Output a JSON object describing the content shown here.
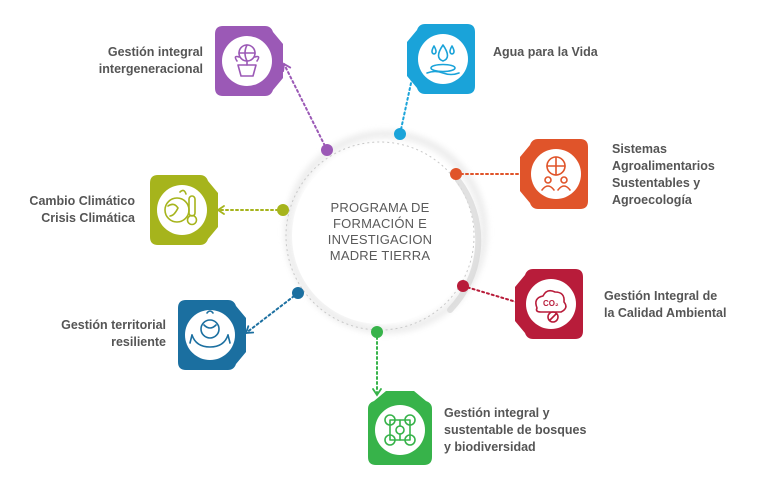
{
  "center": {
    "lines": [
      "PROGRAMA DE",
      "FORMACIÓN E",
      "INVESTIGACION",
      "MADRE TIERRA"
    ]
  },
  "nodes": [
    {
      "key": "gestion-integral-intergeneracional",
      "lines": [
        "Gestión integral",
        "intergeneracional"
      ],
      "color": "#9b59b6",
      "icon": "plant-globe-icon"
    },
    {
      "key": "agua-para-la-vida",
      "lines": [
        "Agua para la Vida"
      ],
      "color": "#1aa3d9",
      "icon": "water-drop-icon"
    },
    {
      "key": "sistemas-agroalimentarios",
      "lines": [
        "Sistemas",
        "Agroalimentarios",
        "Sustentables y",
        "Agroecología"
      ],
      "color": "#e0542a",
      "icon": "people-globe-icon"
    },
    {
      "key": "cambio-climatico",
      "lines": [
        "Cambio Climático",
        "Crisis Climática"
      ],
      "color": "#a6b41c",
      "icon": "thermometer-globe-icon"
    },
    {
      "key": "gestion-calidad-ambiental",
      "lines": [
        "Gestión Integral de",
        "la Calidad Ambiental"
      ],
      "color": "#b81c3a",
      "icon": "co2-cloud-icon"
    },
    {
      "key": "gestion-territorial",
      "lines": [
        "Gestión territorial",
        "resiliente"
      ],
      "color": "#1b6fa0",
      "icon": "hands-earth-icon"
    },
    {
      "key": "bosques-biodiversidad",
      "lines": [
        "Gestión integral y",
        "sustentable de bosques",
        "y biodiversidad"
      ],
      "color": "#37b34a",
      "icon": "biodiversity-network-icon"
    }
  ]
}
